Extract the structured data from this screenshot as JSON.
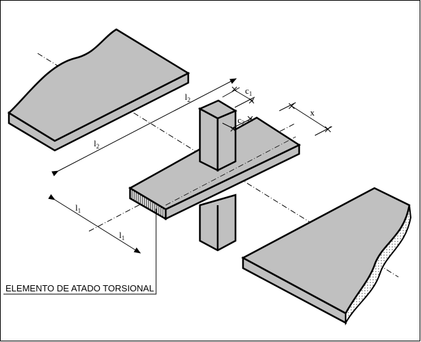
{
  "labels": {
    "l2_upper": "l",
    "l2_upper_sub": "2",
    "l2_lower": "l",
    "l2_lower_sub": "2",
    "l1_upper": "l",
    "l1_upper_sub": "1",
    "l1_lower": "l",
    "l1_lower_sub": "1",
    "c1": "c",
    "c1_sub": "1",
    "c2": "c",
    "c2_sub": "2",
    "x": "x",
    "callout": "ELEMENTO DE ATADO TORSIONAL"
  },
  "colors": {
    "fill": "#c0c0c0",
    "line": "#000000",
    "background": "#ffffff"
  }
}
